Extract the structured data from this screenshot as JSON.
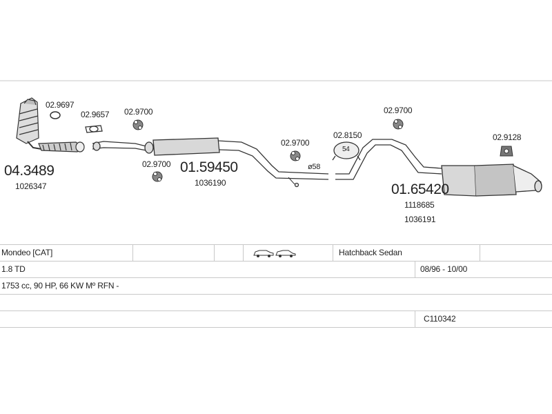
{
  "parts": {
    "catalyst_code": "04.3489",
    "catalyst_ref": "1026347",
    "front_pipe_code": "01.59450",
    "front_pipe_ref": "1036190",
    "rear_silencer_code": "01.65420",
    "rear_silencer_ref_1": "1118685",
    "rear_silencer_ref_2": "1036191",
    "gasket_code": "02.9697",
    "clamp_code": "02.9657",
    "hanger_a_code": "02.9700",
    "hanger_b_code": "02.9700",
    "hanger_c_code": "02.9700",
    "hanger_d_code": "02.9700",
    "mount_code": "02.8150",
    "mount_size": "54",
    "rubber_code": "02.9128",
    "pipe_diameter": "ø58"
  },
  "table": {
    "model": "Mondeo  [CAT]",
    "body": "Hatchback Sedan",
    "engine": "1.8 TD",
    "period": "08/96 - 10/00",
    "specs": "1753 cc, 90 HP, 66 KW  Mº RFN -",
    "catalog_no": "C110342"
  },
  "colors": {
    "line": "#333333",
    "grid": "#c8c8c8"
  }
}
